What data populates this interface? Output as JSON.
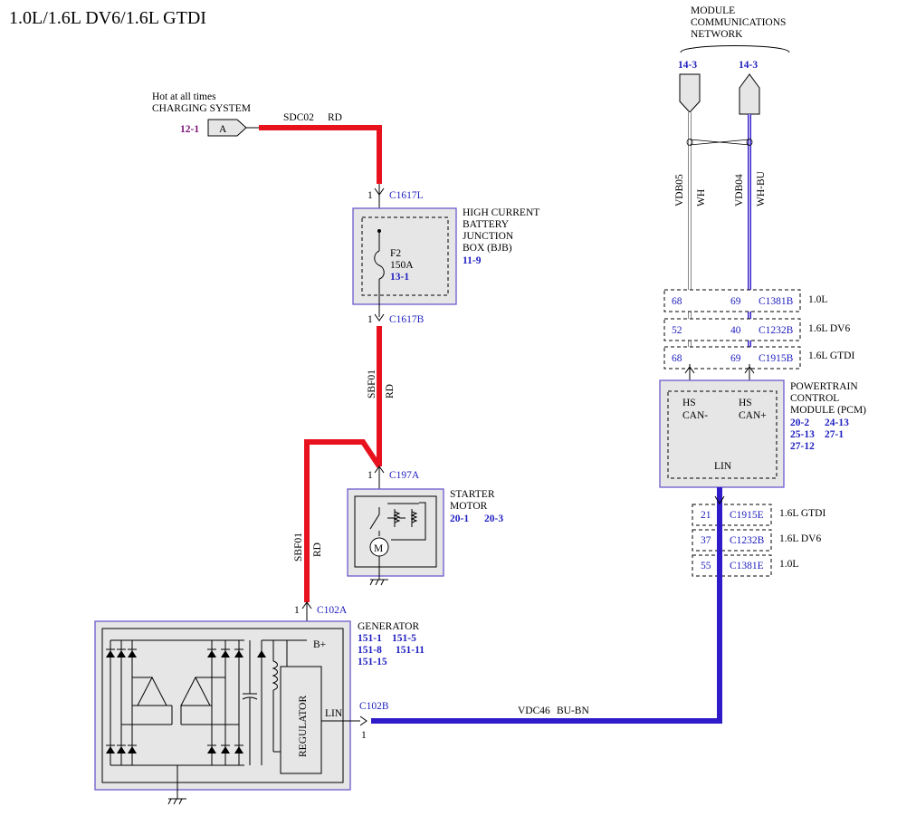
{
  "title": "1.0L/1.6L DV6/1.6L GTDI",
  "colors": {
    "red_wire": "#e8121f",
    "blue_wire": "#2f1bc8",
    "ref_blue": "#1d1dbf",
    "ref_purple": "#7a1276",
    "box_outline": "#6a5acd",
    "box_fill": "#e6e6e6"
  },
  "network": {
    "heading": [
      "MODULE",
      "COMMUNICATIONS",
      "NETWORK"
    ],
    "ref_left": "14-3",
    "ref_right": "14-3"
  },
  "feed": {
    "line1": "Hot at all times",
    "line2": "CHARGING SYSTEM",
    "ref": "12-1",
    "connector": "A"
  },
  "wires": {
    "sdc02": {
      "circuit": "SDC02",
      "color": "RD"
    },
    "sbf01_upper": {
      "circuit": "SBF01",
      "color": "RD"
    },
    "sbf01_lower": {
      "circuit": "SBF01",
      "color": "RD"
    },
    "vdb05": {
      "circuit": "VDB05",
      "color": "WH"
    },
    "vdb04": {
      "circuit": "VDB04",
      "color": "WH-BU"
    },
    "vdc46": {
      "circuit": "VDC46",
      "color": "BU-BN"
    }
  },
  "bjb": {
    "name": [
      "HIGH CURRENT",
      "BATTERY",
      "JUNCTION",
      "BOX (BJB)"
    ],
    "ref": "11-9",
    "fuse": {
      "name": "F2",
      "rating": "150A",
      "ref": "13-1"
    },
    "pin_top": "1",
    "conn_top": "C1617L",
    "pin_bottom": "1",
    "conn_bottom": "C1617B"
  },
  "starter": {
    "name": [
      "STARTER",
      "MOTOR"
    ],
    "refs": [
      "20-1",
      "20-3"
    ],
    "pin": "1",
    "connector": "C197A"
  },
  "generator": {
    "name": "GENERATOR",
    "refs": [
      "151-1",
      "151-5",
      "151-8",
      "151-11",
      "151-15"
    ],
    "pin_top": "1",
    "conn_top": "C102A",
    "b_plus": "B+",
    "regulator": "REGULATOR",
    "lin": "LIN",
    "conn_lin": "C102B",
    "pin_lin": "1"
  },
  "pcm": {
    "name": [
      "POWERTRAIN",
      "CONTROL",
      "MODULE (PCM)"
    ],
    "refs": [
      "20-2",
      "24-13",
      "25-13",
      "27-1",
      "27-12"
    ],
    "hs_can_minus": [
      "HS",
      "CAN-"
    ],
    "hs_can_plus": [
      "HS",
      "CAN+"
    ],
    "lin": "LIN"
  },
  "pcm_top_connectors": [
    {
      "pin_left": "68",
      "pin_right": "69",
      "connector": "C1381B",
      "variant": "1.0L"
    },
    {
      "pin_left": "52",
      "pin_right": "40",
      "connector": "C1232B",
      "variant": "1.6L DV6"
    },
    {
      "pin_left": "68",
      "pin_right": "69",
      "connector": "C1915B",
      "variant": "1.6L GTDI"
    }
  ],
  "pcm_bottom_connectors": [
    {
      "pin": "21",
      "connector": "C1915E",
      "variant": "1.6L GTDI"
    },
    {
      "pin": "37",
      "connector": "C1232B",
      "variant": "1.6L DV6"
    },
    {
      "pin": "55",
      "connector": "C1381E",
      "variant": "1.0L"
    }
  ]
}
